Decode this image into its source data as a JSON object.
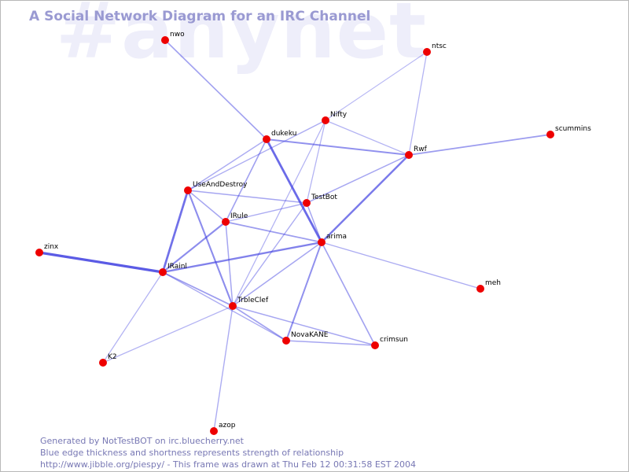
{
  "watermark": "#anynet",
  "title": "A Social Network Diagram for an IRC Channel",
  "footer": {
    "line1": "Generated by NotTestBOT on irc.bluecherry.net",
    "line2": "Blue edge thickness and shortness represents strength of relationship",
    "line3": "http://www.jibble.org/piespy/ - This frame was drawn at Thu Feb 12 00:31:58 EST 2004"
  },
  "colors": {
    "node": "#ee0000",
    "edge": "#3a3ae0",
    "title": "#9a9ad2",
    "footer": "#7878b4"
  },
  "nodes": [
    {
      "id": "nwo",
      "label": "nwo"
    },
    {
      "id": "ntsc",
      "label": "ntsc"
    },
    {
      "id": "nifty",
      "label": "Nifty"
    },
    {
      "id": "dukeku",
      "label": "dukeku"
    },
    {
      "id": "scummins",
      "label": "scummins"
    },
    {
      "id": "rwf",
      "label": "Rwf"
    },
    {
      "id": "useanddestroy",
      "label": "UseAndDestroy"
    },
    {
      "id": "testbot",
      "label": "TestBot"
    },
    {
      "id": "irule",
      "label": "IRule"
    },
    {
      "id": "arima",
      "label": "arima"
    },
    {
      "id": "zinx",
      "label": "zinx"
    },
    {
      "id": "irainl",
      "label": "IRainl"
    },
    {
      "id": "meh",
      "label": "meh"
    },
    {
      "id": "trbleclef",
      "label": "TrbleClef"
    },
    {
      "id": "novakane",
      "label": "NovaKANE"
    },
    {
      "id": "crimsun",
      "label": "crimsun"
    },
    {
      "id": "k2",
      "label": "K2"
    },
    {
      "id": "azop",
      "label": "azop"
    }
  ],
  "edges": [
    {
      "from": "nwo",
      "to": "dukeku",
      "strength": 0.35
    },
    {
      "from": "ntsc",
      "to": "rwf",
      "strength": 0.2
    },
    {
      "from": "ntsc",
      "to": "nifty",
      "strength": 0.15
    },
    {
      "from": "nifty",
      "to": "useanddestroy",
      "strength": 0.25
    },
    {
      "from": "nifty",
      "to": "testbot",
      "strength": 0.2
    },
    {
      "from": "nifty",
      "to": "trbleclef",
      "strength": 0.2
    },
    {
      "from": "nifty",
      "to": "rwf",
      "strength": 0.2
    },
    {
      "from": "dukeku",
      "to": "rwf",
      "strength": 0.5
    },
    {
      "from": "dukeku",
      "to": "arima",
      "strength": 0.85
    },
    {
      "from": "dukeku",
      "to": "irule",
      "strength": 0.35
    },
    {
      "from": "dukeku",
      "to": "useanddestroy",
      "strength": 0.25
    },
    {
      "from": "scummins",
      "to": "rwf",
      "strength": 0.4
    },
    {
      "from": "rwf",
      "to": "arima",
      "strength": 0.7
    },
    {
      "from": "rwf",
      "to": "testbot",
      "strength": 0.3
    },
    {
      "from": "useanddestroy",
      "to": "irainl",
      "strength": 0.8
    },
    {
      "from": "useanddestroy",
      "to": "irule",
      "strength": 0.3
    },
    {
      "from": "useanddestroy",
      "to": "testbot",
      "strength": 0.3
    },
    {
      "from": "useanddestroy",
      "to": "trbleclef",
      "strength": 0.55
    },
    {
      "from": "testbot",
      "to": "irule",
      "strength": 0.25
    },
    {
      "from": "testbot",
      "to": "trbleclef",
      "strength": 0.25
    },
    {
      "from": "testbot",
      "to": "arima",
      "strength": 0.3
    },
    {
      "from": "irule",
      "to": "arima",
      "strength": 0.4
    },
    {
      "from": "irule",
      "to": "irainl",
      "strength": 0.55
    },
    {
      "from": "irule",
      "to": "trbleclef",
      "strength": 0.3
    },
    {
      "from": "zinx",
      "to": "irainl",
      "strength": 1.0
    },
    {
      "from": "irainl",
      "to": "arima",
      "strength": 0.65
    },
    {
      "from": "irainl",
      "to": "trbleclef",
      "strength": 0.4
    },
    {
      "from": "irainl",
      "to": "k2",
      "strength": 0.2
    },
    {
      "from": "irainl",
      "to": "novakane",
      "strength": 0.25
    },
    {
      "from": "arima",
      "to": "meh",
      "strength": 0.25
    },
    {
      "from": "arima",
      "to": "novakane",
      "strength": 0.5
    },
    {
      "from": "arima",
      "to": "crimsun",
      "strength": 0.35
    },
    {
      "from": "arima",
      "to": "trbleclef",
      "strength": 0.3
    },
    {
      "from": "trbleclef",
      "to": "novakane",
      "strength": 0.35
    },
    {
      "from": "trbleclef",
      "to": "crimsun",
      "strength": 0.3
    },
    {
      "from": "trbleclef",
      "to": "k2",
      "strength": 0.2
    },
    {
      "from": "trbleclef",
      "to": "azop",
      "strength": 0.25
    },
    {
      "from": "novakane",
      "to": "crimsun",
      "strength": 0.3
    }
  ]
}
